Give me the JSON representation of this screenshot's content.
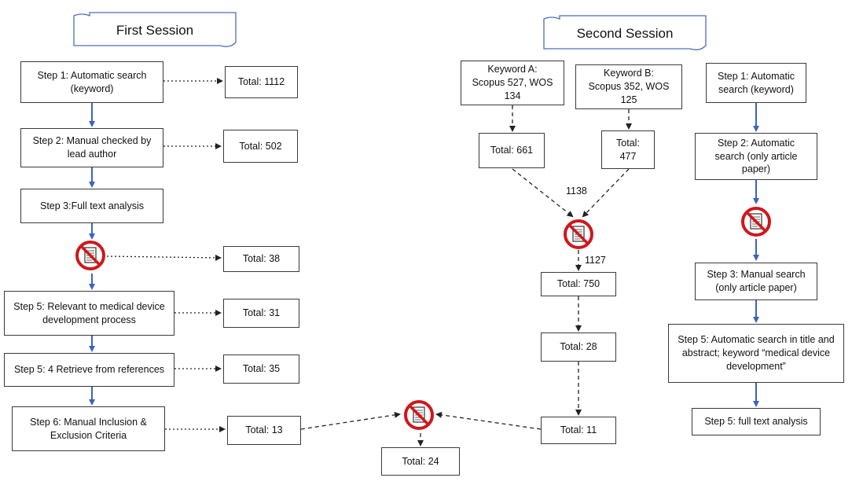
{
  "sessions": {
    "first": "First Session",
    "second": "Second Session"
  },
  "first_session": {
    "step1": "Step 1: Automatic search\n(keyword)",
    "step2": "Step 2: Manual checked by\nlead author",
    "step3": "Step 3:Full text analysis",
    "step5a": "Step 5: Relevant to medical device\ndevelopment process",
    "step5b": "Step 5: 4 Retrieve from references",
    "step6": "Step 6: Manual Inclusion &\nExclusion Criteria",
    "total1": "Total: 1112",
    "total2": "Total: 502",
    "total3": "Total: 38",
    "total4": "Total: 31",
    "total5": "Total: 35",
    "total6": "Total: 13"
  },
  "combined_total": "Total: 24",
  "second_session": {
    "keyword_a": "Keyword A:\nScopus 527, WOS\n134",
    "keyword_b": "Keyword B:\nScopus 352, WOS\n125",
    "total_a": "Total: 661",
    "total_b": "Total:\n477",
    "label_1138": "1138",
    "label_1127": "1127",
    "total_750": "Total: 750",
    "total_28": "Total: 28",
    "total_11": "Total: 11"
  },
  "right_column": {
    "step1": "Step 1: Automatic\nsearch (keyword)",
    "step2": "Step 2: Automatic\nsearch (only article\npaper)",
    "step3": "Step 3: Manual search\n(only article paper)",
    "step5a": "Step 5: Automatic search in title and\nabstract; keyword “medical device\ndevelopment”",
    "step5b": "Step 5: full text analysis"
  },
  "icons": {
    "exclusion": "no-document-icon",
    "colors": {
      "flow_arrow": "#3b63c4",
      "exclusion_ring": "#d0171b",
      "dashed": "#222222"
    }
  }
}
